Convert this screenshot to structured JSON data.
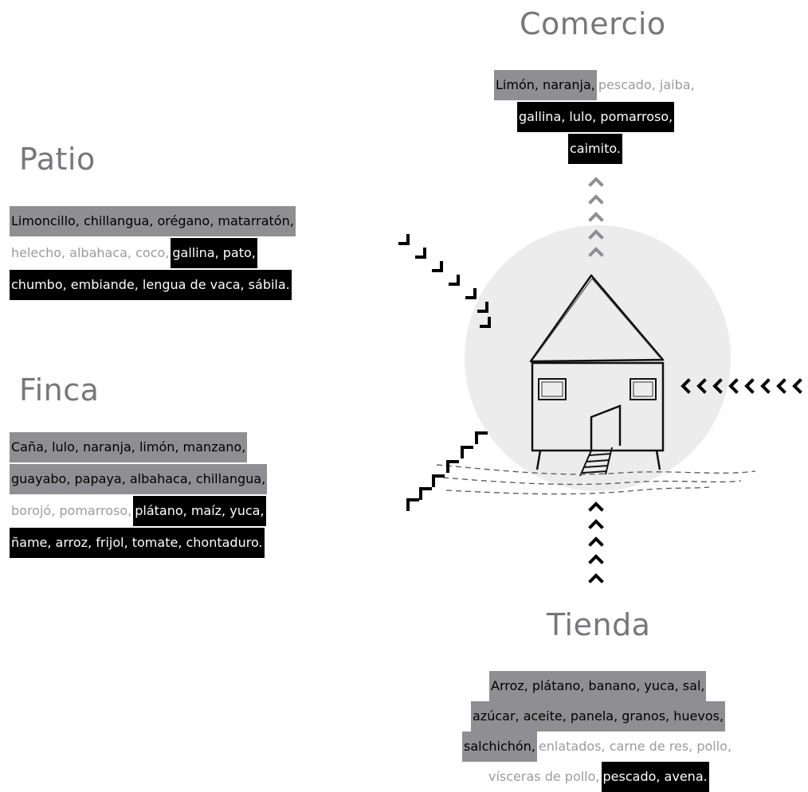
{
  "categories": {
    "comercio": {
      "title": "Comercio",
      "lines": [
        [
          {
            "t": "Limón, naranja,",
            "c": "g"
          },
          {
            "t": "pescado, jaiba,",
            "c": "w"
          }
        ],
        [
          {
            "t": "gallina, lulo, pomarroso,",
            "c": "b"
          }
        ],
        [
          {
            "t": "caimito.",
            "c": "b"
          }
        ]
      ]
    },
    "patio": {
      "title": "Patio",
      "lines": [
        [
          {
            "t": "Limoncillo, chillangua, orégano, matarratón,",
            "c": "g"
          }
        ],
        [
          {
            "t": "helecho, albahaca, coco,",
            "c": "w"
          },
          {
            "t": "gallina, pato,",
            "c": "b"
          }
        ],
        [
          {
            "t": "chumbo, embiande, lengua de vaca, sábila.",
            "c": "b"
          }
        ]
      ]
    },
    "finca": {
      "title": "Finca",
      "lines": [
        [
          {
            "t": "Caña, lulo, naranja, limón, manzano,",
            "c": "g"
          }
        ],
        [
          {
            "t": "guayabo, papaya, albahaca, chillangua,",
            "c": "g"
          }
        ],
        [
          {
            "t": "borojó, pomarroso,",
            "c": "w"
          },
          {
            "t": "plátano, maíz, yuca,",
            "c": "b"
          }
        ],
        [
          {
            "t": "ñame, arroz, frijol, tomate, chontaduro.",
            "c": "b"
          }
        ]
      ]
    },
    "tienda": {
      "title": "Tienda",
      "lines": [
        [
          {
            "t": "Arroz, plátano, banano, yuca, sal,",
            "c": "g"
          }
        ],
        [
          {
            "t": "azúcar, aceite, panela, granos, huevos,",
            "c": "g"
          }
        ],
        [
          {
            "t": "salchichón,",
            "c": "g"
          },
          {
            "t": "enlatados, carne de res, pollo,",
            "c": "w"
          }
        ],
        [
          {
            "t": "vísceras de pollo,",
            "c": "w"
          },
          {
            "t": "pescado, avena.",
            "c": "b"
          }
        ]
      ]
    }
  },
  "legend_colors": {
    "gray": "#8f8f93",
    "black": "#000000",
    "white": "#ffffff",
    "light_text": "#9b9b9e"
  }
}
